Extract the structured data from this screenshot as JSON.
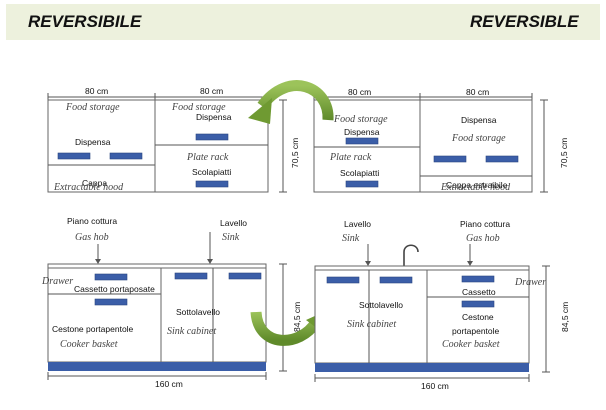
{
  "header": {
    "left_title": "REVERSIBILE",
    "right_title": "REVERSIBLE"
  },
  "top_left": {
    "dim_left": "80 cm",
    "dim_right": "80 cm",
    "height": "70,5 cm",
    "left_en_top": "Food storage",
    "left_it_mid": "Dispensa",
    "left_it_bottom": "Cappa",
    "left_en_bottom": "Extractable hood",
    "right_en_top": "Food storage",
    "right_it_top": "Dispensa",
    "right_en_mid": "Plate rack",
    "right_it_mid": "Scolapiatti"
  },
  "top_right": {
    "dim_left": "80 cm",
    "dim_right": "80 cm",
    "height": "70,5 cm",
    "left_en_top": "Food storage",
    "left_it_top": "Dispensa",
    "left_en_mid": "Plate rack",
    "left_it_mid": "Scolapiatti",
    "right_it_top": "Dispensa",
    "right_en_mid": "Food storage",
    "right_it_bottom": "Cappa estraibile",
    "right_en_bottom": "Extractable hood"
  },
  "bottom_left": {
    "hob_it": "Piano cottura",
    "hob_en": "Gas hob",
    "sink_it": "Lavello",
    "sink_en": "Sink",
    "drawer_en": "Drawer",
    "drawer_it": "Cassetto portaposate",
    "basket_it": "Cestone portapentole",
    "basket_en": "Cooker basket",
    "sinkcab_it": "Sottolavello",
    "sinkcab_en": "Sink cabinet",
    "height": "84,5 cm",
    "width": "160 cm"
  },
  "bottom_right": {
    "sink_it": "Lavello",
    "sink_en": "Sink",
    "hob_it": "Piano cottura",
    "hob_en": "Gas hob",
    "sinkcab_it": "Sottolavello",
    "sinkcab_en": "Sink cabinet",
    "drawer_it": "Cassetto",
    "drawer_en": "Drawer",
    "basket_it1": "Cestone",
    "basket_it2": "portapentole",
    "basket_en": "Cooker basket",
    "height": "84,5 cm",
    "width": "160 cm"
  },
  "colors": {
    "handle": "#3b5ea8",
    "arrow": "#7aa63a",
    "banner": "#edf1dd"
  }
}
